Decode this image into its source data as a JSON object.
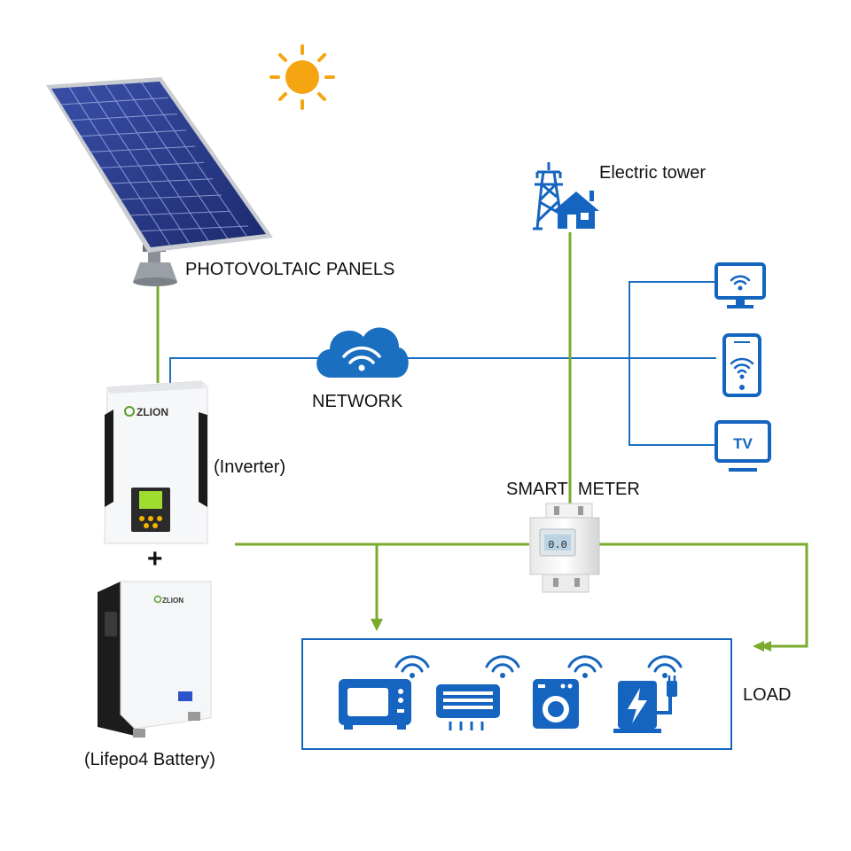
{
  "labels": {
    "electric_tower": "Electric tower",
    "pv_panels": "PHOTOVOLTAIC PANELS",
    "network": "NETWORK",
    "inverter": "(Inverter)",
    "smart_meter": "SMART METER",
    "battery": "(Lifepo4 Battery)",
    "load": "LOAD",
    "plus": "+"
  },
  "brand": {
    "inverter_logo": "ZLION",
    "battery_logo": "ZLION"
  },
  "device_text": {
    "tv": "TV",
    "meter_display": "0.0"
  },
  "colors": {
    "power_line": "#7aab2c",
    "network_line": "#1a6fc0",
    "icon_blue": "#1565c0",
    "sun": "#f5a512"
  },
  "devices": {
    "network_endpoints": [
      "monitor-icon",
      "smartphone-icon",
      "tv-icon"
    ],
    "loads": [
      "microwave-icon",
      "air-conditioner-icon",
      "washing-machine-icon",
      "ev-charger-icon"
    ]
  }
}
